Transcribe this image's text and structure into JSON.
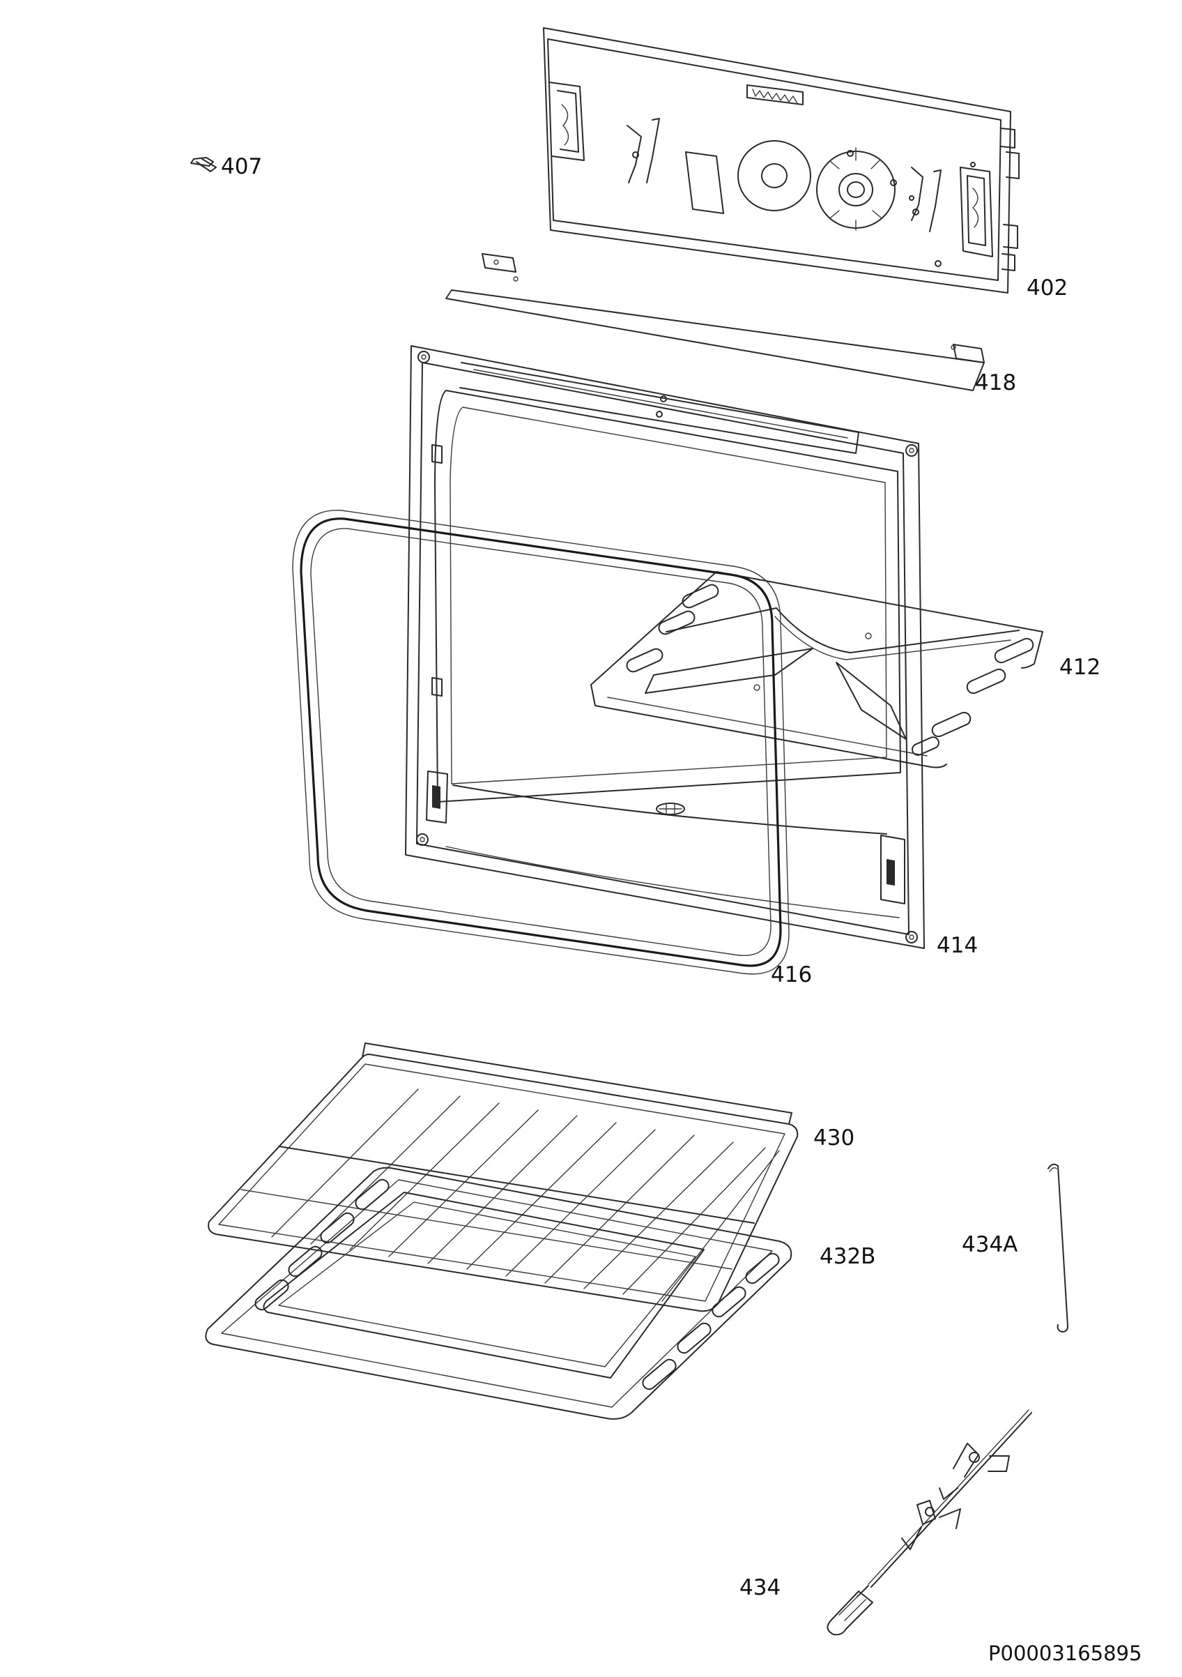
{
  "parts": {
    "p407": "407",
    "p402": "402",
    "p418": "418",
    "p412": "412",
    "p414": "414",
    "p416": "416",
    "p430": "430",
    "p432B": "432B",
    "p434A": "434A",
    "p434": "434"
  },
  "document_id": "P00003165895",
  "colors": {
    "line": "#2a2a2a",
    "background": "#ffffff"
  }
}
